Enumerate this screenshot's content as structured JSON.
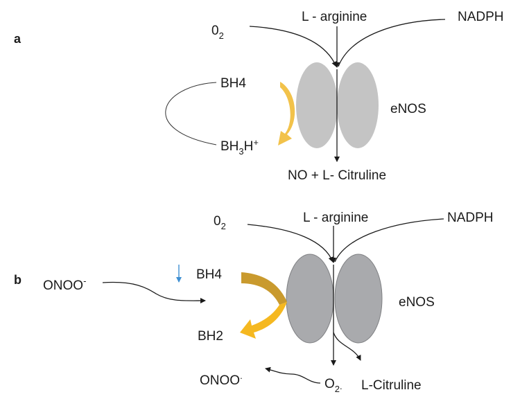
{
  "panel_a": {
    "letter": "a",
    "o2": {
      "main": "0",
      "sub": "2"
    },
    "arginine": "L - arginine",
    "nadph": "NADPH",
    "bh4": "BH4",
    "bh3h": {
      "main": "BH",
      "sub": "3",
      "tail": "H",
      "sup": "+"
    },
    "enos": "eNOS",
    "product": "NO + L- Citruline"
  },
  "panel_b": {
    "letter": "b",
    "o2": {
      "main": "0",
      "sub": "2"
    },
    "arginine": "L - arginine",
    "nadph": "NADPH",
    "onoo_in": {
      "main": "ONOO",
      "sup": "-"
    },
    "bh4": "BH4",
    "bh2": "BH2",
    "enos": "eNOS",
    "onoo_out": {
      "main": "ONOO",
      "sup": "."
    },
    "o2_radical": {
      "main": "O",
      "sub": "2",
      "sup": "."
    },
    "citruline": "L-Citruline"
  },
  "colors": {
    "enos_a": "#c4c4c4",
    "enos_b": "#a9aaad",
    "enos_b_stroke": "#7f8083",
    "arrow_a": "#f2c24a",
    "arrow_b_top": "#c99a2e",
    "arrow_b_bottom": "#f5b820",
    "decrease_arrow": "#3f8fd2"
  }
}
